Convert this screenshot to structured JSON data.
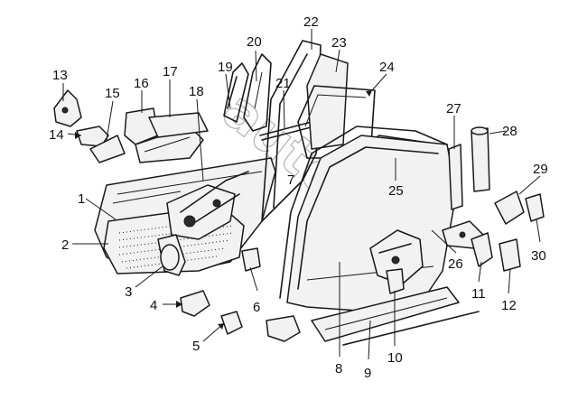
{
  "diagram": {
    "watermark": "autosoft",
    "part_numbers": [
      "1",
      "2",
      "3",
      "4",
      "5",
      "6",
      "7",
      "8",
      "9",
      "10",
      "11",
      "12",
      "13",
      "14",
      "15",
      "16",
      "17",
      "18",
      "19",
      "20",
      "21",
      "22",
      "23",
      "24",
      "25",
      "26",
      "27",
      "28",
      "29",
      "30"
    ]
  }
}
